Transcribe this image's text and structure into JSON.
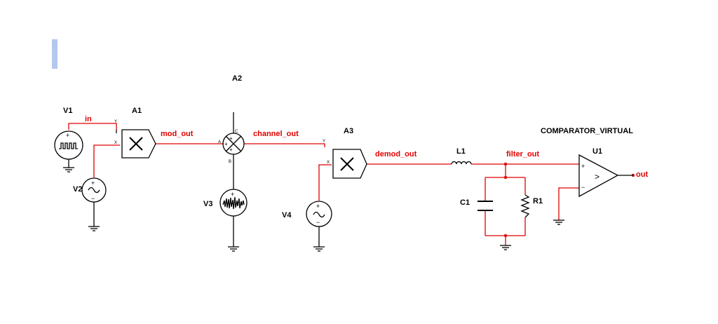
{
  "colors": {
    "wire": "#e00000",
    "component": "#000000",
    "selection_bar": "#b3c7f0",
    "background": "#ffffff"
  },
  "components": {
    "v1": "V1",
    "v2": "V2",
    "v3": "V3",
    "v4": "V4",
    "a1": "A1",
    "a2": "A2",
    "a3": "A3",
    "l1": "L1",
    "c1": "C1",
    "r1": "R1",
    "u1": "U1",
    "comparator": "COMPARATOR_VIRTUAL"
  },
  "nets": {
    "in": "in",
    "mod_out": "mod_out",
    "channel_out": "channel_out",
    "demod_out": "demod_out",
    "filter_out": "filter_out",
    "out": "out"
  },
  "pins": {
    "y": "Y",
    "x": "X",
    "c": "C",
    "a": "A",
    "b": "B",
    "plus": "+",
    "minus": "−"
  },
  "symbols": {
    "multiplier": "✕",
    "comparator": ">"
  },
  "icons": [
    "pulse-source-icon",
    "ac-source-icon",
    "noise-source-icon",
    "multiplier-icon",
    "summer-icon",
    "inductor-icon",
    "capacitor-icon",
    "resistor-icon",
    "comparator-icon",
    "ground-icon"
  ]
}
